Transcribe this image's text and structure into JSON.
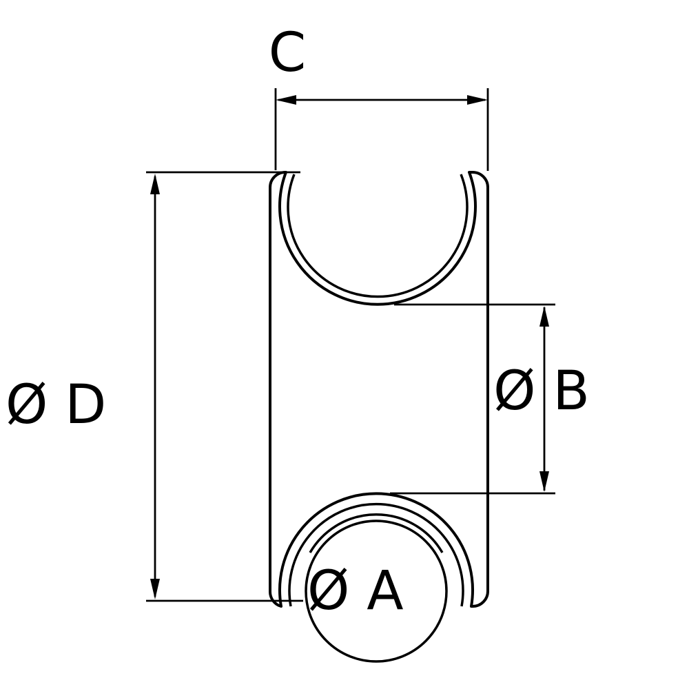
{
  "drawing": {
    "background": "#ffffff",
    "line_color": "#000000",
    "labels": {
      "width_c": "C",
      "outer_diameter_d": "Ø D",
      "groove_diameter_b": "Ø B",
      "bore_diameter_a": "Ø A"
    }
  }
}
